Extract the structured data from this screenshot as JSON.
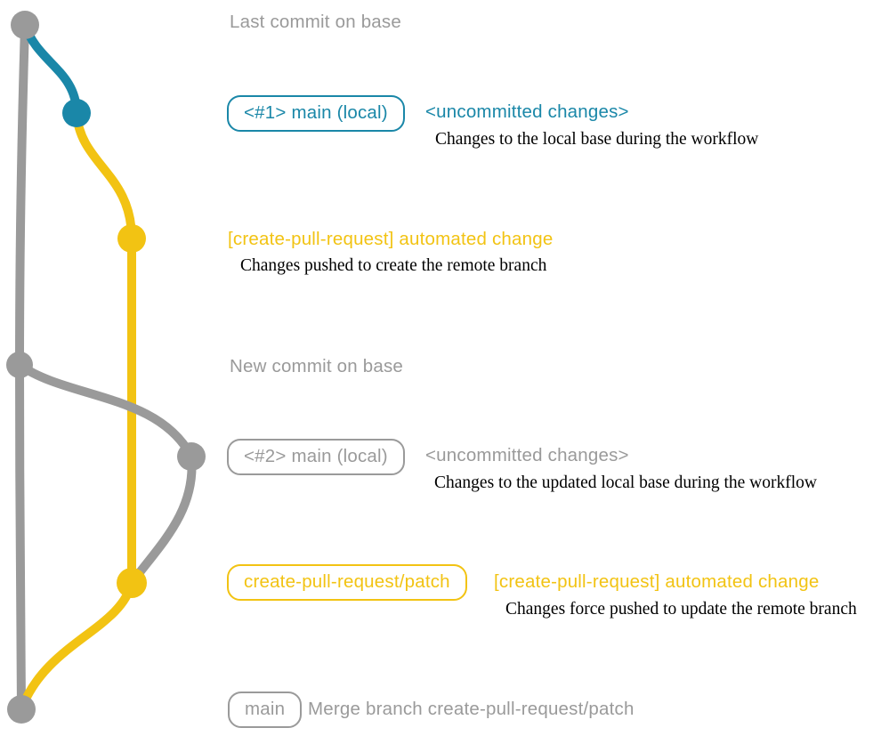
{
  "colors": {
    "gray": "#9a9a9a",
    "blue": "#1a87a8",
    "yellow": "#f2c313",
    "ink": "#000000"
  },
  "diagram": {
    "kind": "git-branch-graph",
    "branches": [
      {
        "name": "base",
        "color": "#9a9a9a"
      },
      {
        "name": "main (local)",
        "color": "#1a87a8"
      },
      {
        "name": "create-pull-request/patch",
        "color": "#f2c313"
      }
    ],
    "commits": [
      {
        "id": "last-commit-on-base",
        "branch": "base",
        "color": "gray"
      },
      {
        "id": "uncommitted-changes-1",
        "branch": "main (local)",
        "color": "blue"
      },
      {
        "id": "automated-change-1",
        "branch": "create-pull-request/patch",
        "color": "yellow"
      },
      {
        "id": "new-commit-on-base",
        "branch": "base",
        "color": "gray"
      },
      {
        "id": "uncommitted-changes-2",
        "branch": "main (local)",
        "color": "gray"
      },
      {
        "id": "automated-change-2",
        "branch": "create-pull-request/patch",
        "color": "yellow"
      },
      {
        "id": "merge-commit",
        "branch": "base",
        "color": "gray"
      }
    ]
  },
  "captions": {
    "last_commit": "Last commit on base",
    "new_commit": "New commit on base"
  },
  "rows": {
    "r1": {
      "badge": "<#1> main (local)",
      "label": "<uncommitted changes>",
      "note": "Changes to the local base during the workflow"
    },
    "r2": {
      "label": "[create-pull-request] automated change",
      "note": "Changes pushed to create the remote branch"
    },
    "r3": {
      "badge": "<#2> main (local)",
      "label": "<uncommitted changes>",
      "note": "Changes to the updated local base during the workflow"
    },
    "r4": {
      "badge": "create-pull-request/patch",
      "label": "[create-pull-request] automated change",
      "note": "Changes force pushed to update the remote branch"
    },
    "r5": {
      "badge": "main",
      "label": "Merge branch create-pull-request/patch"
    }
  }
}
